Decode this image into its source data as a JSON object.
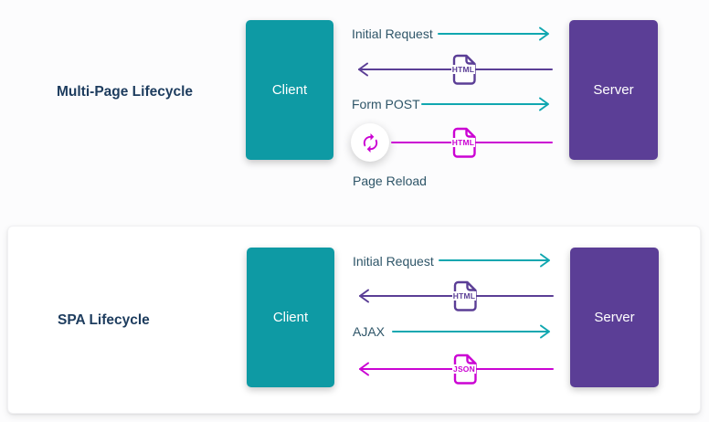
{
  "colors": {
    "teal_arrow": "#10a7b0",
    "teal_box": "#0e9aa4",
    "purple": "#5b3e96",
    "magenta": "#cb04d3",
    "heading_text": "#1d3c5e",
    "label_text": "#2e5568",
    "box_text": "#ffffff",
    "background": "#fcfcfd",
    "card_background": "#ffffff"
  },
  "sections": [
    {
      "title": "Multi-Page Lifecycle",
      "client": "Client",
      "server": "Server",
      "rows": [
        {
          "label": "Initial Request",
          "direction": "right",
          "color": "teal"
        },
        {
          "file_label": "HTML",
          "direction": "left",
          "color": "purple"
        },
        {
          "label": "Form POST",
          "direction": "right",
          "color": "teal"
        },
        {
          "file_label": "HTML",
          "direction": "left",
          "color": "magenta",
          "has_reload_icon": true
        }
      ],
      "reload_label": "Page Reload"
    },
    {
      "title": "SPA Lifecycle",
      "client": "Client",
      "server": "Server",
      "rows": [
        {
          "label": "Initial Request",
          "direction": "right",
          "color": "teal"
        },
        {
          "file_label": "HTML",
          "direction": "left",
          "color": "purple"
        },
        {
          "label": "AJAX",
          "direction": "right",
          "color": "teal"
        },
        {
          "file_label": "JSON",
          "direction": "left",
          "color": "magenta"
        }
      ]
    }
  ]
}
